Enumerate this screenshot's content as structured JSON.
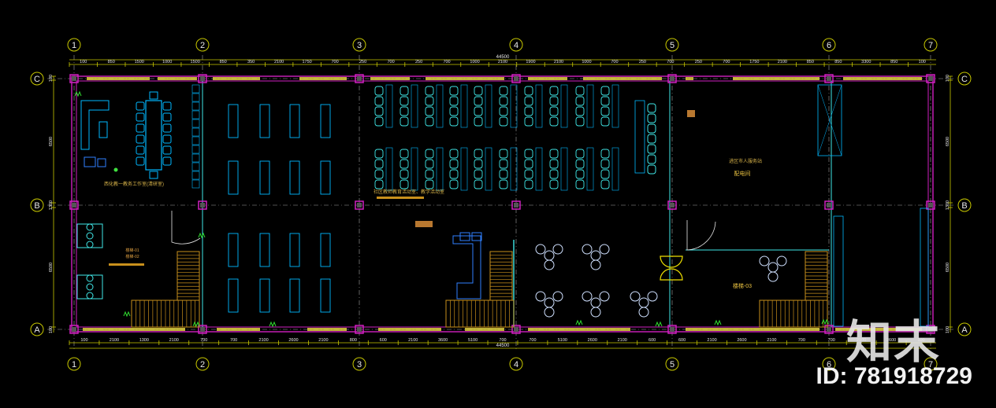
{
  "drawing": {
    "grid_columns": [
      "1",
      "2",
      "3",
      "4",
      "5",
      "6",
      "7"
    ],
    "grid_rows": [
      "C",
      "B",
      "A"
    ],
    "top_total": "44500",
    "bottom_total": "44500",
    "top_dims": [
      "100",
      "850",
      "1500",
      "1000",
      "1500",
      "850",
      "350",
      "2100",
      "1750",
      "700",
      "250",
      "700",
      "250",
      "700",
      "1000",
      "2100",
      "1900",
      "2100",
      "1000",
      "700",
      "250",
      "700",
      "250",
      "700",
      "1750",
      "2100",
      "850",
      "850",
      "3300",
      "850",
      "100"
    ],
    "bottom_dims": [
      "100",
      "2100",
      "1300",
      "2100",
      "700",
      "700",
      "2100",
      "2600",
      "2100",
      "800",
      "600",
      "2100",
      "3600",
      "5100",
      "700",
      "700",
      "5100",
      "2600",
      "2100",
      "600",
      "600",
      "2100",
      "2600",
      "2100",
      "700",
      "700",
      "2100",
      "2600",
      "100"
    ],
    "left_dims": [
      "100",
      "6500",
      "1300",
      "6500",
      "100"
    ],
    "right_dims": [
      "100",
      "6500",
      "1300",
      "6500",
      "100"
    ],
    "room_labels": {
      "office": "西化教一教务工作室(清研室)",
      "classroom": "社区教师教育活动室、教学活动室",
      "service": "进区市人服务站"
    },
    "small_labels": {
      "stair_left": "楼梯-01",
      "stair_left_2": "楼梯-02",
      "service_title": "配电间",
      "stair_right": "楼梯-03"
    },
    "colors": {
      "wall": "#d020c0",
      "axis": "#e8e8e8",
      "dim": "#c8c800",
      "furniture": "#00b8ff",
      "seat": "#40e8e8",
      "stairs": "#c8901c",
      "column": "#e8e8e8",
      "door": "#e8e8e8",
      "text": "#d9b44a",
      "window": "#e0d040"
    }
  },
  "watermark": {
    "logo": "知末",
    "id": "ID: 781918729"
  }
}
